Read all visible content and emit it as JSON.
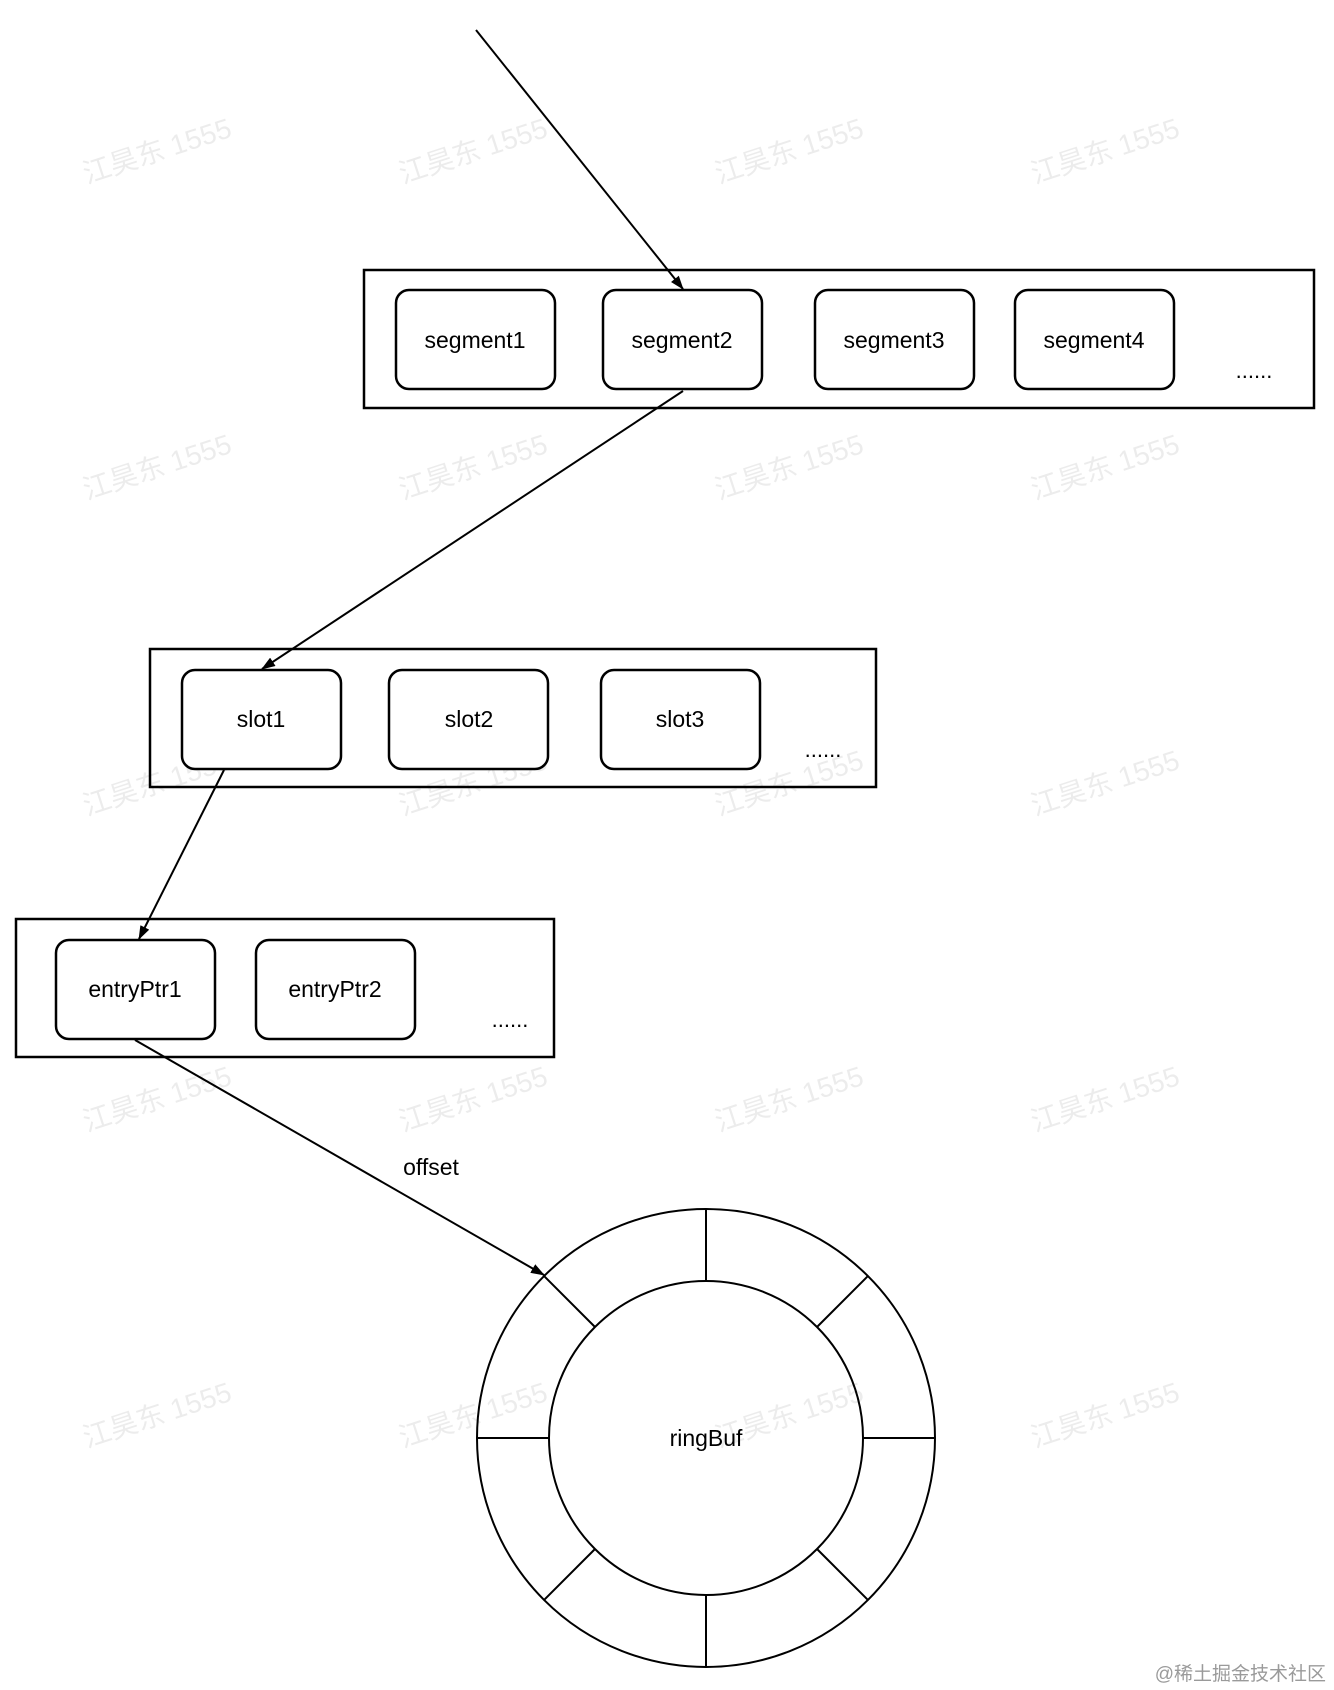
{
  "watermark": "江昊东 1555",
  "segments": {
    "items": [
      "segment1",
      "segment2",
      "segment3",
      "segment4"
    ],
    "more": "......"
  },
  "slots": {
    "items": [
      "slot1",
      "slot2",
      "slot3"
    ],
    "more": "......"
  },
  "entries": {
    "items": [
      "entryPtr1",
      "entryPtr2"
    ],
    "more": "......"
  },
  "edge_label": "offset",
  "ring": {
    "label": "ringBuf",
    "segments": 8
  },
  "footer": "@稀土掘金技术社区"
}
